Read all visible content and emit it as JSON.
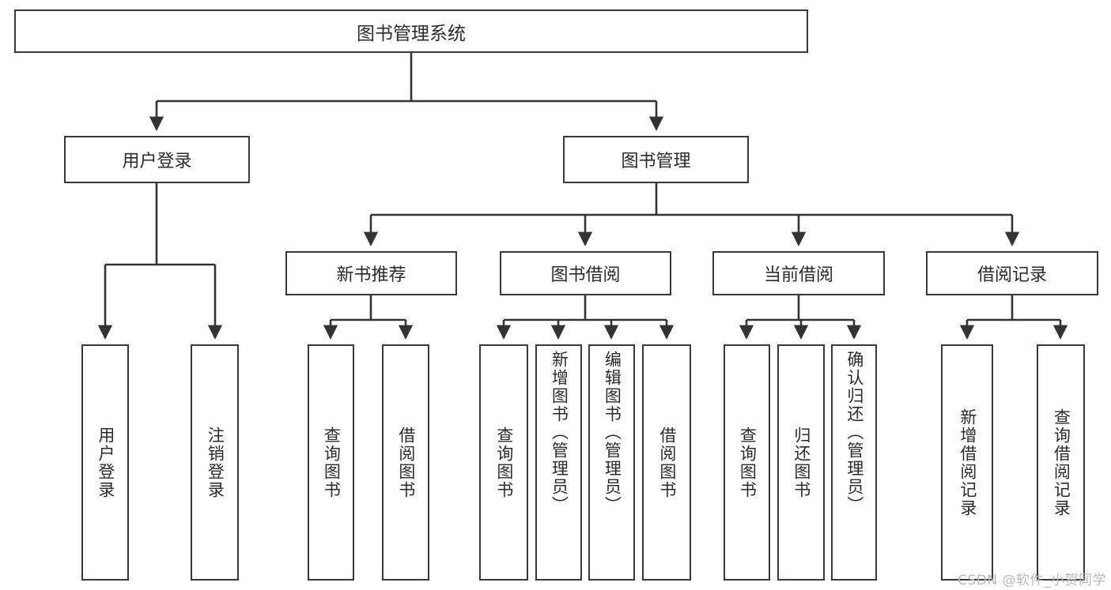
{
  "diagram": {
    "title": "图书管理系统",
    "type": "tree",
    "watermark": "CSDN @软件_小贺同学",
    "colors": {
      "box_border": "#3a3a3a",
      "box_fill": "#ffffff",
      "edge": "#333333",
      "text": "#2b2b2b",
      "watermark": "#b9b9b9",
      "background": "#ffffff"
    },
    "root": {
      "label": "图书管理系统"
    },
    "level2": [
      {
        "label": "用户登录"
      },
      {
        "label": "图书管理"
      }
    ],
    "level3": [
      {
        "label": "新书推荐"
      },
      {
        "label": "图书借阅"
      },
      {
        "label": "当前借阅"
      },
      {
        "label": "借阅记录"
      }
    ],
    "leaves": {
      "user_login": [
        {
          "label": "用户登录"
        },
        {
          "label": "注销登录"
        }
      ],
      "new_book_recommend": [
        {
          "label": "查询图书"
        },
        {
          "label": "借阅图书"
        }
      ],
      "book_borrow": [
        {
          "label": "查询图书"
        },
        {
          "label": "新增图书（管理员）"
        },
        {
          "label": "编辑图书（管理员）"
        },
        {
          "label": "借阅图书"
        }
      ],
      "current_borrow": [
        {
          "label": "查询图书"
        },
        {
          "label": "归还图书"
        },
        {
          "label": "确认归还（管理员）"
        }
      ],
      "borrow_record": [
        {
          "label": "新增借阅记录"
        },
        {
          "label": "查询借阅记录"
        }
      ]
    }
  }
}
